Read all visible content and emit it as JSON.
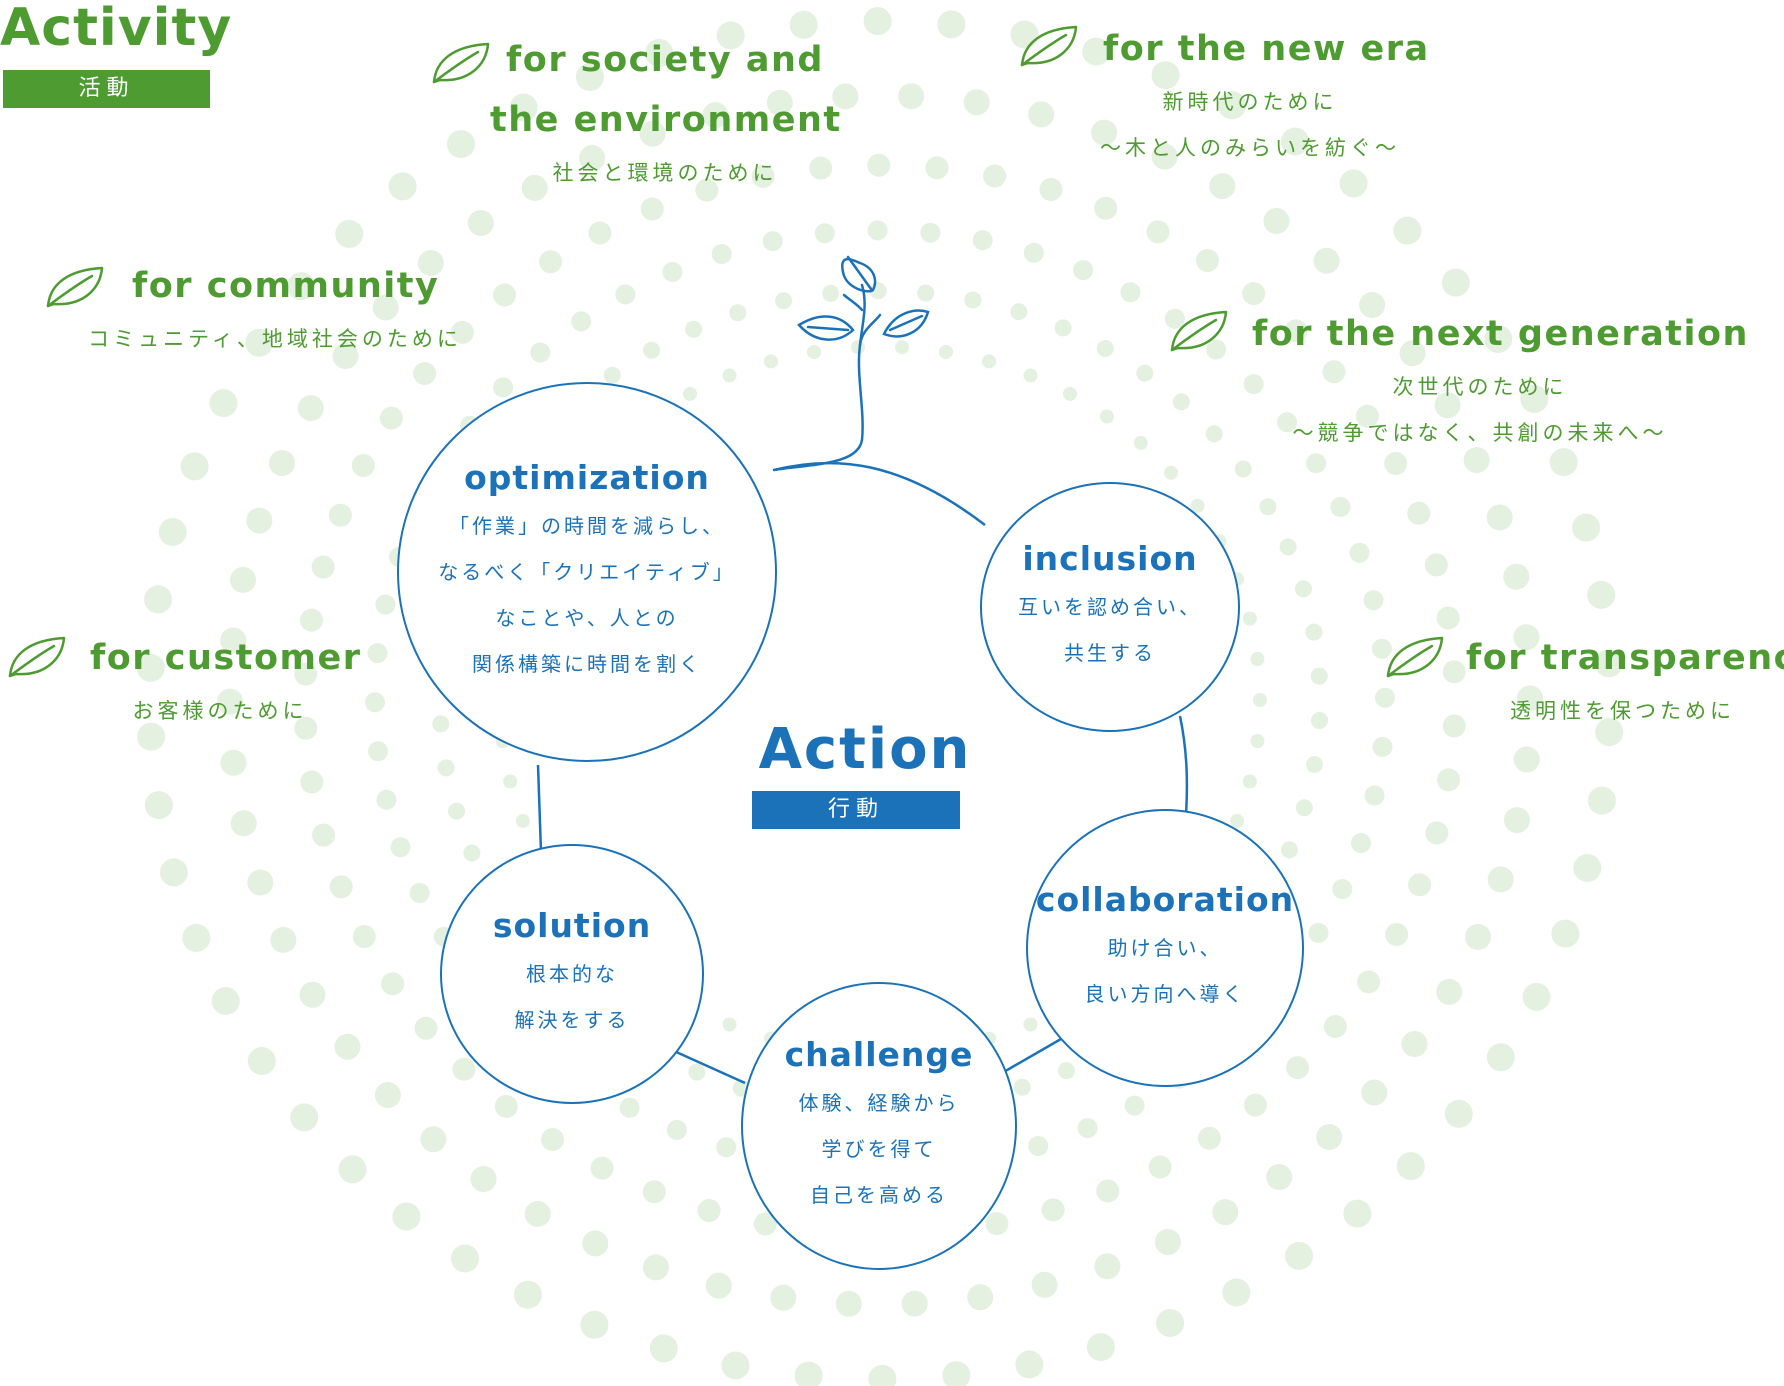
{
  "title": {
    "main": "Activity",
    "badge": "活動"
  },
  "purposes": [
    {
      "id": "society",
      "en": [
        "for society and",
        "the environment"
      ],
      "jp": [
        "社会と環境のために"
      ]
    },
    {
      "id": "new-era",
      "en": [
        "for the new era"
      ],
      "jp": [
        "新時代のために",
        "～木と人のみらいを紡ぐ～"
      ]
    },
    {
      "id": "community",
      "en": [
        "for community"
      ],
      "jp": [
        "コミュニティ、地域社会のために"
      ]
    },
    {
      "id": "next-generation",
      "en": [
        "for the next generation"
      ],
      "jp": [
        "次世代のために",
        "～競争ではなく、共創の未来へ～"
      ]
    },
    {
      "id": "customer",
      "en": [
        "for customer"
      ],
      "jp": [
        "お客様のために"
      ]
    },
    {
      "id": "transparency",
      "en": [
        "for transparency"
      ],
      "jp": [
        "透明性を保つために"
      ]
    }
  ],
  "center": {
    "title": "Action",
    "badge": "行動"
  },
  "actions": [
    {
      "id": "optimization",
      "en": "optimization",
      "jp": [
        "「作業」の時間を減らし、",
        "なるべく「クリエイティブ」",
        "なことや、人との",
        "関係構築に時間を割く"
      ]
    },
    {
      "id": "inclusion",
      "en": "inclusion",
      "jp": [
        "互いを認め合い、",
        "共生する"
      ]
    },
    {
      "id": "collaboration",
      "en": "collaboration",
      "jp": [
        "助け合い、",
        "良い方向へ導く"
      ]
    },
    {
      "id": "challenge",
      "en": "challenge",
      "jp": [
        "体験、経験から",
        "学びを得て",
        "自己を高める"
      ]
    },
    {
      "id": "solution",
      "en": "solution",
      "jp": [
        "根本的な",
        "解決をする"
      ]
    }
  ],
  "colors": {
    "green": "#4e9b31",
    "blue": "#1b72b8",
    "dot": "#e4f0e0"
  },
  "icons": {
    "purpose": "leaf-icon",
    "center": "sprout-icon"
  }
}
